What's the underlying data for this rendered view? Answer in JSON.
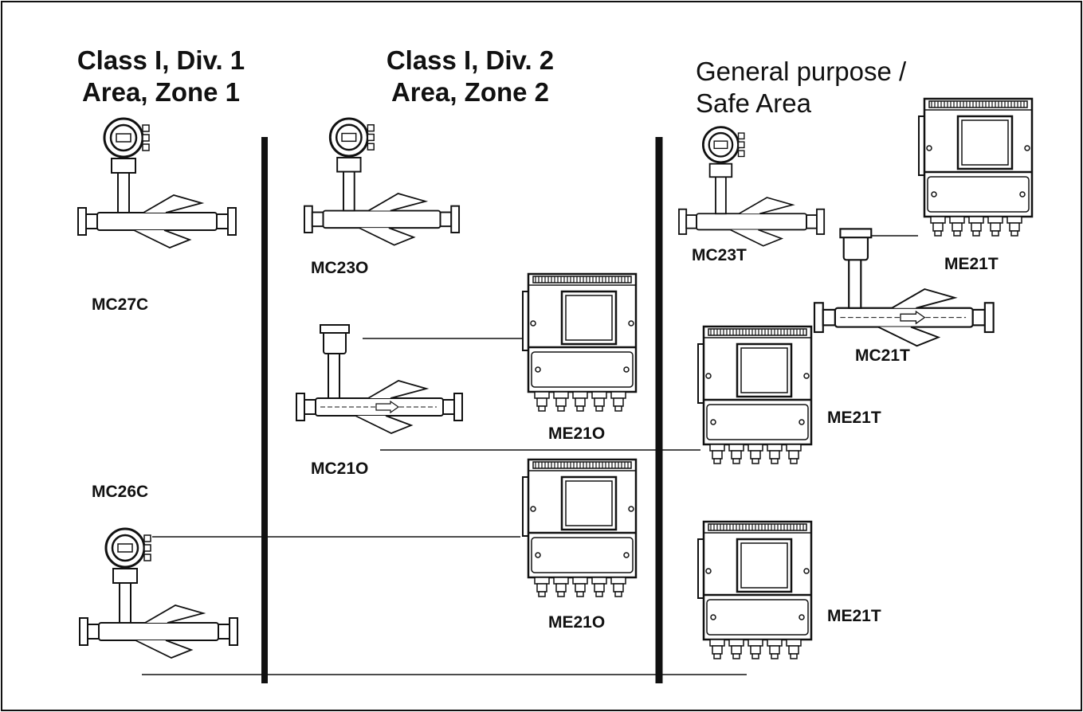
{
  "zones": {
    "div1": {
      "line1": "Class I, Div. 1",
      "line2": "Area, Zone 1"
    },
    "div2": {
      "line1": "Class I, Div. 2",
      "line2": "Area, Zone 2"
    },
    "safe": {
      "line1": "General purpose /",
      "line2": "Safe Area"
    }
  },
  "devices": {
    "mc27c": "MC27C",
    "mc26c": "MC26C",
    "mc23o": "MC23O",
    "mc21o": "MC21O",
    "me21o_top": "ME21O",
    "me21o_bottom": "ME21O",
    "mc23t": "MC23T",
    "me21t_top": "ME21T",
    "mc21t": "MC21T",
    "me21t_mid": "ME21T",
    "me21t_bottom": "ME21T"
  }
}
